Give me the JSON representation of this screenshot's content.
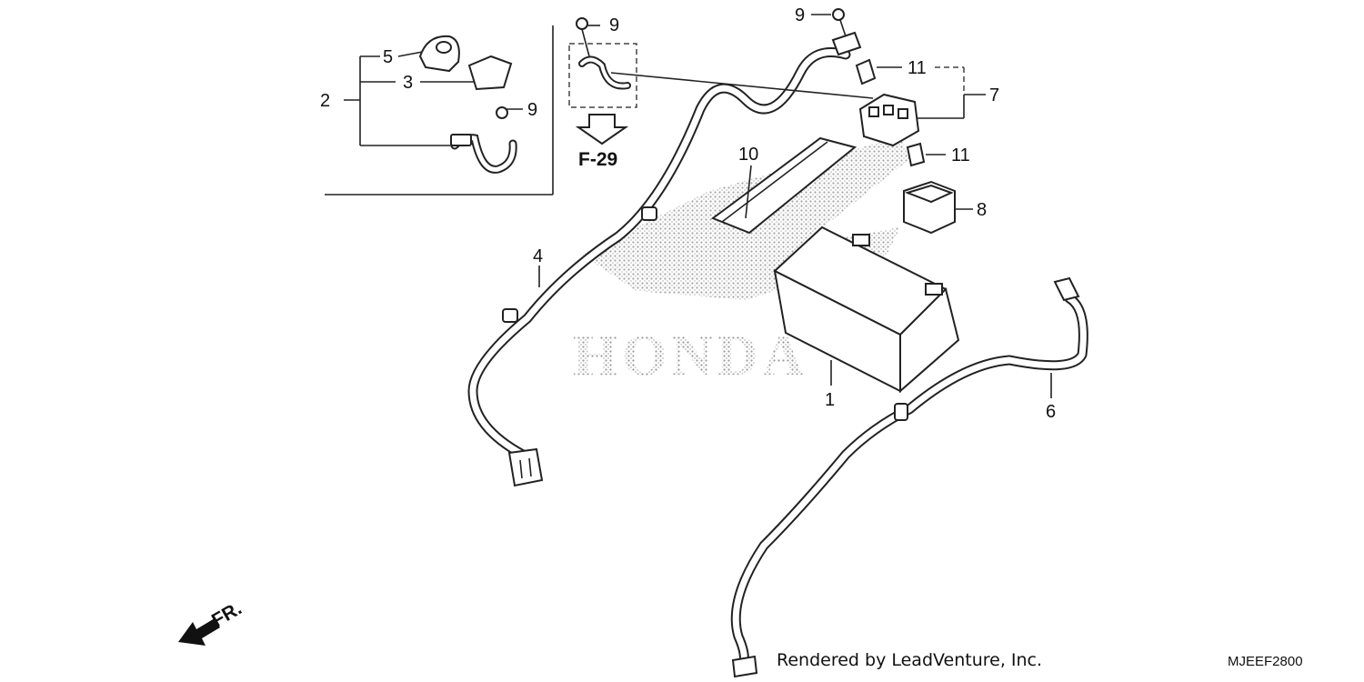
{
  "diagram": {
    "callouts": [
      {
        "id": "c1",
        "text": "1"
      },
      {
        "id": "c2",
        "text": "2"
      },
      {
        "id": "c3",
        "text": "3"
      },
      {
        "id": "c4",
        "text": "4"
      },
      {
        "id": "c5",
        "text": "5"
      },
      {
        "id": "c6",
        "text": "6"
      },
      {
        "id": "c7",
        "text": "7"
      },
      {
        "id": "c8",
        "text": "8"
      },
      {
        "id": "c9a",
        "text": "9"
      },
      {
        "id": "c9b",
        "text": "9"
      },
      {
        "id": "c9c",
        "text": "9"
      },
      {
        "id": "c10",
        "text": "10"
      },
      {
        "id": "c11a",
        "text": "11"
      },
      {
        "id": "c11b",
        "text": "11"
      }
    ],
    "reference": "F-29",
    "direction_label": "FR.",
    "watermark": "HONDA",
    "footer_credit": "Rendered by LeadVenture, Inc.",
    "diagram_code": "MJEEF2800"
  }
}
